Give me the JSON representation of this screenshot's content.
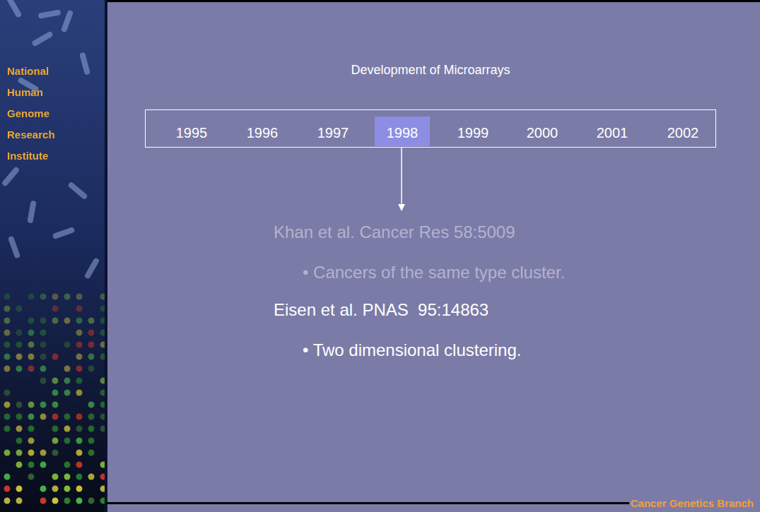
{
  "diagram": {
    "title": "Development of Microarrays",
    "nodes": [
      {
        "text": [
          "1995",
          "1996",
          "1997",
          "1999",
          "2000",
          "2001",
          "2002"
        ]
      },
      {
        "text": [
          "1998"
        ],
        "in": 0
      }
    ],
    "labels": [
      "National Human Genome Research Institute",
      "Khan et al. Cancer Res 58:5009",
      "• Cancers of the same type cluster.",
      "Eisen et al. PNAS  95:14863",
      "• Two dimensional clustering.",
      "Cancer Genetics Branch"
    ]
  }
}
